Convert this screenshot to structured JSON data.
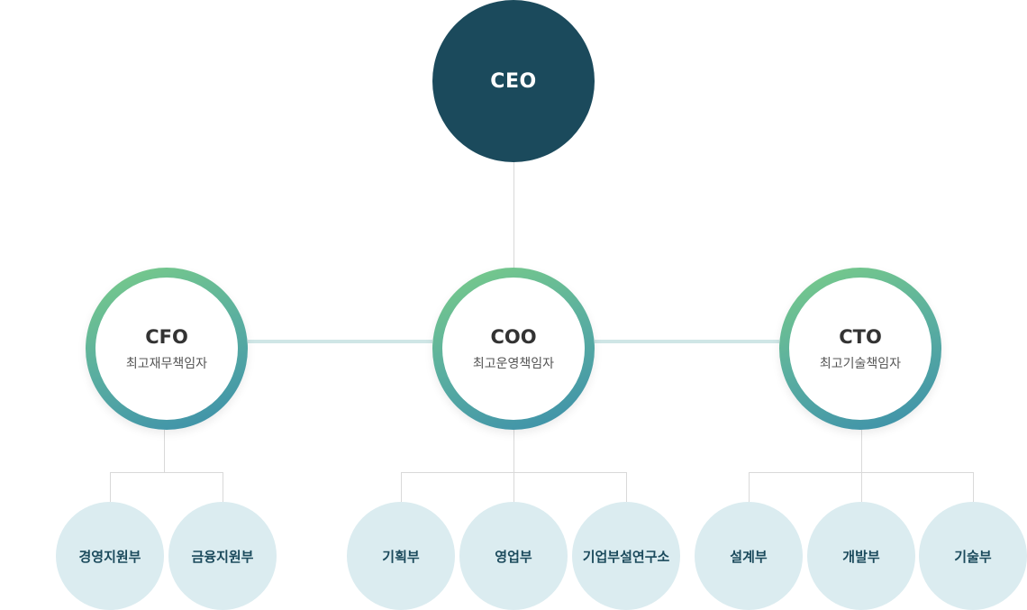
{
  "ceo": {
    "title": "CEO"
  },
  "executives": [
    {
      "title": "CFO",
      "subtitle": "최고재무책임자"
    },
    {
      "title": "COO",
      "subtitle": "최고운영책임자"
    },
    {
      "title": "CTO",
      "subtitle": "최고기술책임자"
    }
  ],
  "departments": {
    "cfo": [
      "경영지원부",
      "금융지원부"
    ],
    "coo": [
      "기획부",
      "영업부",
      "기업부설연구소"
    ],
    "cto": [
      "설계부",
      "개발부",
      "기술부"
    ]
  },
  "colors": {
    "ceo_fill": "#1b4a5c",
    "exec_ring_start": "#7acd88",
    "exec_ring_end": "#3b8eab",
    "dept_fill": "#dbecf0",
    "dept_text": "#1b4a5c",
    "connector": "#d9d9d9",
    "exec_connector": "#cfe6e6"
  }
}
